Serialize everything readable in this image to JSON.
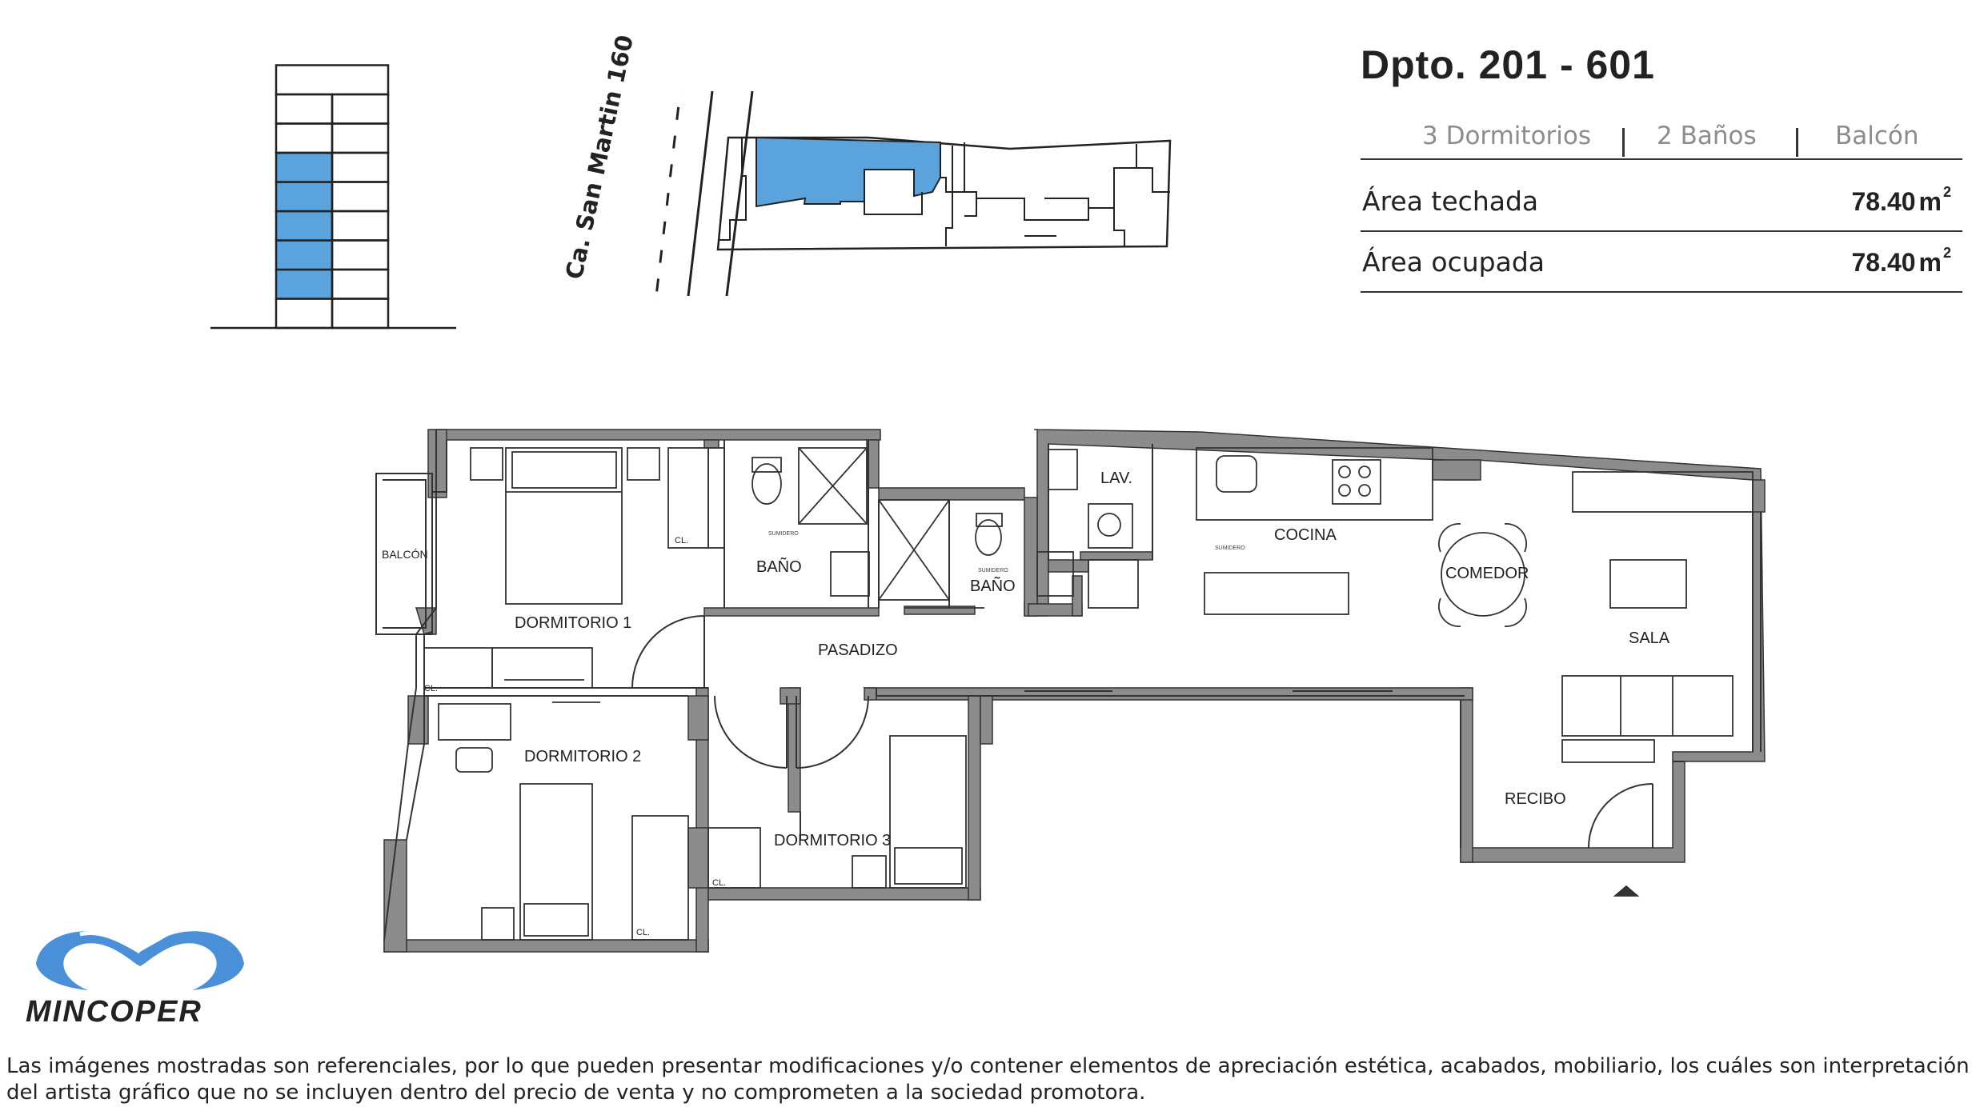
{
  "header": {
    "title": "Dpto. 201 - 601",
    "features": [
      "3 Dormitorios",
      "2 Baños",
      "Balcón"
    ]
  },
  "areas": [
    {
      "label": "Área techada",
      "value": "78.40",
      "unit": "m",
      "exp": "2"
    },
    {
      "label": "Área ocupada",
      "value": "78.40",
      "unit": "m",
      "exp": "2"
    }
  ],
  "site": {
    "street": "Ca. San Martin 160"
  },
  "floor_diagram": {
    "total_floors": 9,
    "highlighted_floors": [
      2,
      3,
      4,
      5,
      6
    ],
    "highlight_color": "#5aa3dc"
  },
  "rooms": {
    "balcony": "BALCÓN",
    "bedroom1": "DORMITORIO 1",
    "bedroom2": "DORMITORIO 2",
    "bedroom3": "DORMITORIO 3",
    "bath1": "BAÑO",
    "bath2": "BAÑO",
    "hall": "PASADIZO",
    "laundry": "LAV.",
    "kitchen": "COCINA",
    "dining": "COMEDOR",
    "living": "SALA",
    "foyer": "RECIBO",
    "closet": "CL.",
    "drain": "SUMIDERO"
  },
  "brand": {
    "name": "MINCOPER",
    "color": "#4a90d9"
  },
  "disclaimer": "Las imágenes mostradas son referenciales, por lo que pueden presentar modificaciones y/o contener elementos de apreciación estética, acabados, mobiliario, los cuáles son interpretación del artista gráfico que no se incluyen dentro del precio de venta y no comprometen a la sociedad promotora.",
  "colors": {
    "wall": "#8c8c8c",
    "highlight": "#5aa3dc",
    "text": "#222222"
  }
}
